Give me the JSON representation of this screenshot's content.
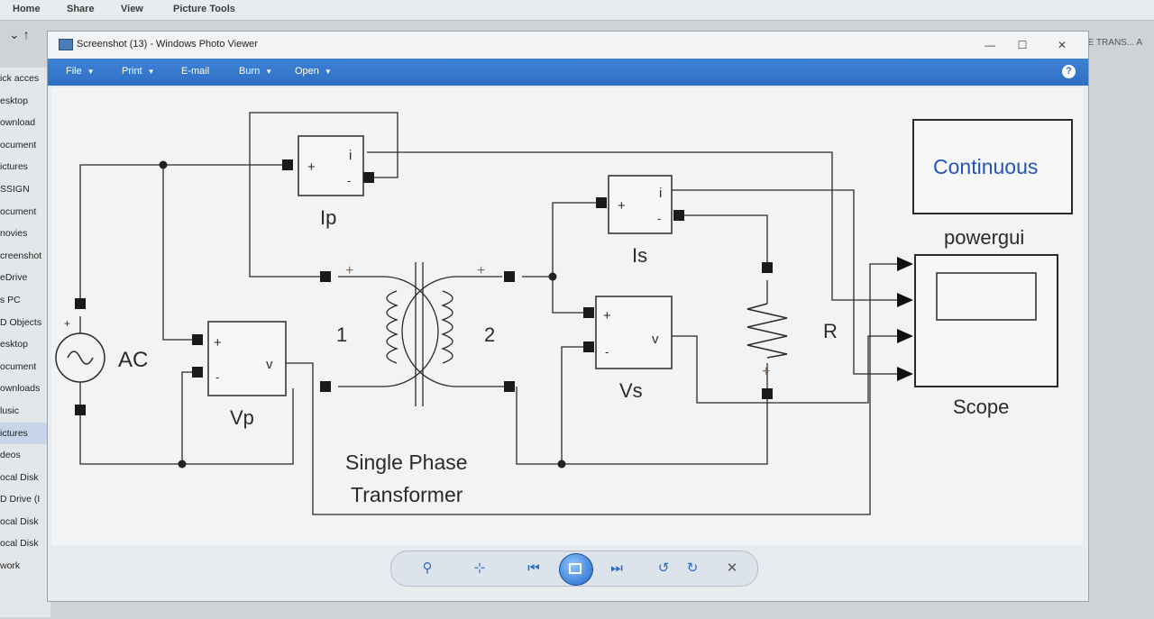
{
  "explorer": {
    "ribbon_tabs": [
      "Home",
      "Share",
      "View",
      "Picture Tools"
    ],
    "nav_arrows": "⌄ ↑",
    "sidebar_items": [
      "ick acces",
      "esktop",
      "ownload",
      "ocument",
      "ictures",
      "SSIGN",
      "ocument",
      "novies",
      "creenshot",
      "eDrive",
      "s PC",
      "D Objects",
      "esktop",
      "ocument",
      "ownloads",
      "lusic",
      "ictures",
      "deos",
      "ocal Disk",
      "D Drive (I",
      "ocal Disk",
      "ocal Disk",
      "work"
    ],
    "right_crumb": "SE TRANS... A"
  },
  "viewer": {
    "title": "Screenshot (13) - Windows Photo Viewer",
    "window_buttons": {
      "minimize": "—",
      "maximize": "☐",
      "close": "✕"
    },
    "menu": [
      "File",
      "Print",
      "E-mail",
      "Burn",
      "Open"
    ],
    "help_label": "?",
    "controls": {
      "zoom": "⚲",
      "fit": "⊹",
      "previous": "⏮",
      "next": "⏭",
      "rotate_ccw": "↺",
      "rotate_cw": "↻",
      "delete": "✕"
    }
  },
  "diagram": {
    "labels": {
      "ip": "Ip",
      "is": "Is",
      "vp": "Vp",
      "vs": "Vs",
      "ac": "AC",
      "r": "R",
      "winding1": "1",
      "winding2": "2",
      "transformer_line1": "Single Phase",
      "transformer_line2": "Transformer",
      "continuous": "Continuous",
      "powergui": "powergui",
      "scope": "Scope"
    },
    "port_signs": {
      "plus": "+",
      "minus": "-",
      "i": "i",
      "v": "v"
    },
    "colors": {
      "continuous_text": "#2453b8",
      "wire": "#2a2a2a",
      "plus_marker": "#8a6a55"
    }
  }
}
